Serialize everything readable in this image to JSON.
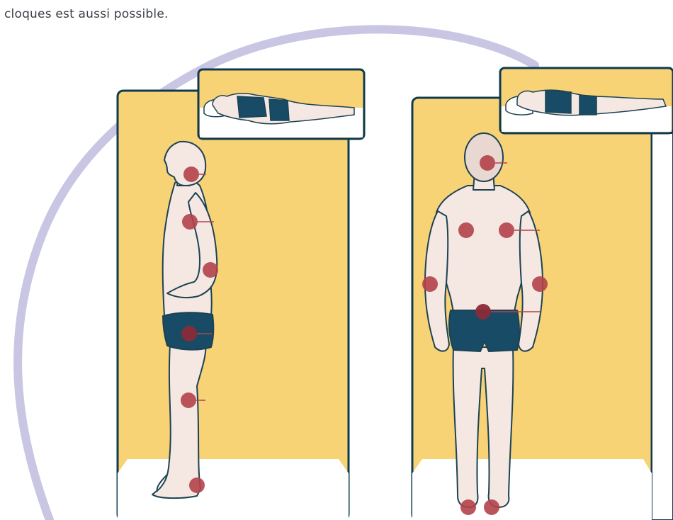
{
  "document": {
    "text_line": "cloques est aussi possible."
  },
  "illustration": {
    "panels": [
      {
        "view": "side",
        "pressure_points": [
          "head",
          "shoulder",
          "elbow",
          "hip",
          "knee",
          "heel"
        ]
      },
      {
        "view": "back",
        "pressure_points": [
          "head",
          "left-shoulder-blade",
          "right-shoulder-blade",
          "left-elbow",
          "right-elbow",
          "sacrum",
          "left-heel",
          "right-heel"
        ]
      }
    ],
    "colors": {
      "panel_background": "#f7d376",
      "panel_border": "#0f3b50",
      "skin": "#f5e8e3",
      "outline": "#1d4253",
      "shorts": "#174b66",
      "pressure_point": "#b24249",
      "decorative_arc": "#c8c6e3",
      "mattress": "#ffffff"
    }
  }
}
